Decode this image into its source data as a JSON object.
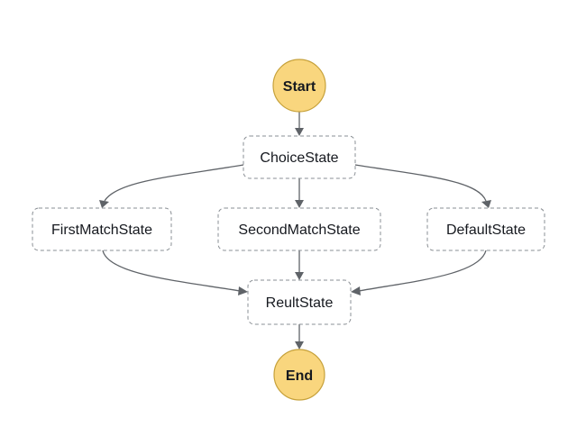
{
  "diagram": {
    "nodes": {
      "start": {
        "label": "Start",
        "kind": "terminal"
      },
      "choice": {
        "label": "ChoiceState",
        "kind": "state"
      },
      "first": {
        "label": "FirstMatchState",
        "kind": "state"
      },
      "second": {
        "label": "SecondMatchState",
        "kind": "state"
      },
      "default": {
        "label": "DefaultState",
        "kind": "state"
      },
      "result": {
        "label": "ReultState",
        "kind": "state"
      },
      "end": {
        "label": "End",
        "kind": "terminal"
      }
    },
    "edges": [
      {
        "from": "start",
        "to": "choice"
      },
      {
        "from": "choice",
        "to": "first"
      },
      {
        "from": "choice",
        "to": "second"
      },
      {
        "from": "choice",
        "to": "default"
      },
      {
        "from": "first",
        "to": "result"
      },
      {
        "from": "second",
        "to": "result"
      },
      {
        "from": "default",
        "to": "result"
      },
      {
        "from": "result",
        "to": "end"
      }
    ],
    "colors": {
      "terminal_fill": "#f9d67e",
      "edge": "#5f6368",
      "state_border": "#8a8f94"
    }
  }
}
